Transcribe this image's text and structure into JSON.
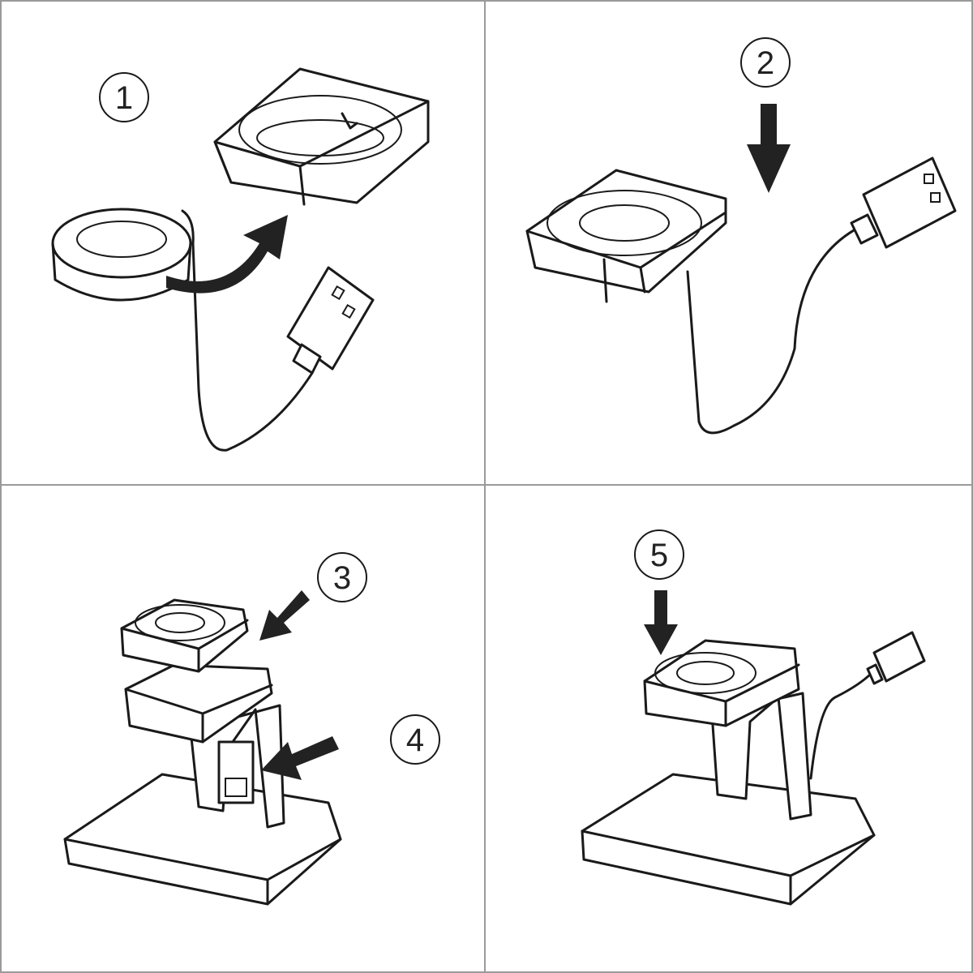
{
  "steps": [
    {
      "number": "1"
    },
    {
      "number": "2"
    },
    {
      "number": "3"
    },
    {
      "number": "4"
    },
    {
      "number": "5"
    }
  ],
  "colors": {
    "line": "#1a1a1a",
    "divider": "#9a9a9a",
    "background": "#ffffff"
  }
}
